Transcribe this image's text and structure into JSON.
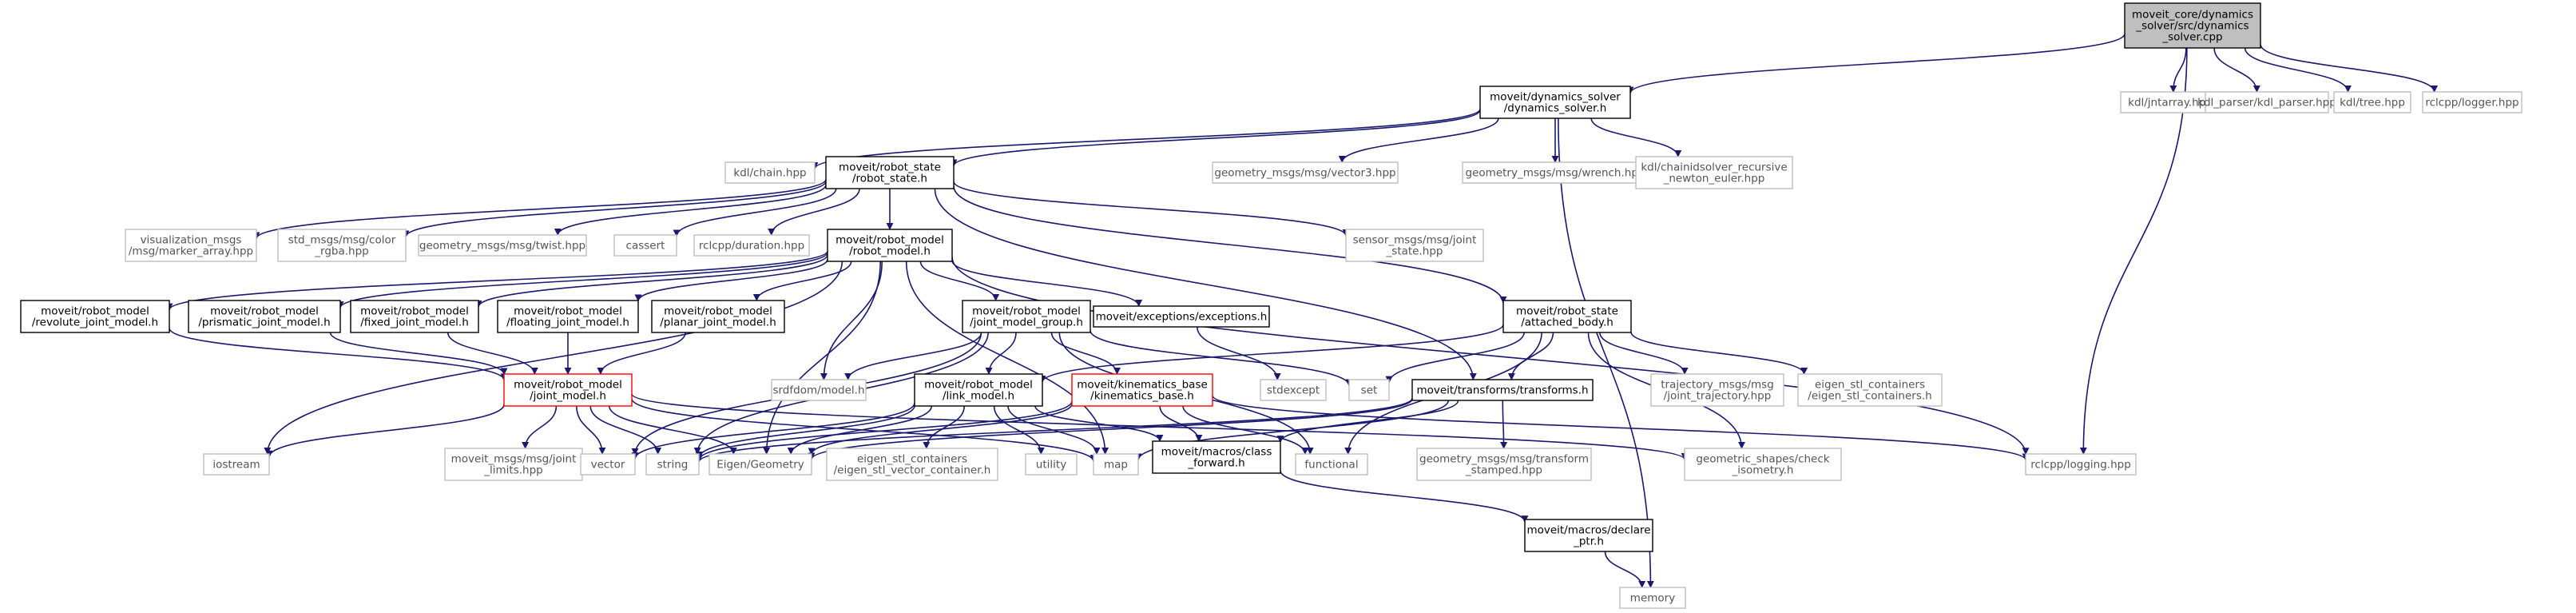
{
  "colors": {
    "edge": "#191970",
    "local_border": "#000000",
    "external_border": "#bfbfbf",
    "root_fill": "#bfbfbf",
    "warn_border": "#ff0000"
  },
  "nodes": [
    {
      "id": "root",
      "kind": "root",
      "lines": [
        "moveit_core/dynamics",
        "_solver/src/dynamics",
        "_solver.cpp"
      ]
    },
    {
      "id": "dyn_h",
      "kind": "local",
      "lines": [
        "moveit/dynamics_solver",
        "/dynamics_solver.h"
      ]
    },
    {
      "id": "jntarray",
      "kind": "external",
      "lines": [
        "kdl/jntarray.hpp"
      ]
    },
    {
      "id": "kdl_parser",
      "kind": "external",
      "lines": [
        "kdl_parser/kdl_parser.hpp"
      ]
    },
    {
      "id": "tree",
      "kind": "external",
      "lines": [
        "kdl/tree.hpp"
      ]
    },
    {
      "id": "logger",
      "kind": "external",
      "lines": [
        "rclcpp/logger.hpp"
      ]
    },
    {
      "id": "chain",
      "kind": "external",
      "lines": [
        "kdl/chain.hpp"
      ]
    },
    {
      "id": "robot_state",
      "kind": "local",
      "lines": [
        "moveit/robot_state",
        "/robot_state.h"
      ]
    },
    {
      "id": "vector3",
      "kind": "external",
      "lines": [
        "geometry_msgs/msg/vector3.hpp"
      ]
    },
    {
      "id": "wrench",
      "kind": "external",
      "lines": [
        "geometry_msgs/msg/wrench.hpp"
      ]
    },
    {
      "id": "chainidsolver",
      "kind": "external",
      "lines": [
        "kdl/chainidsolver_recursive",
        "_newton_euler.hpp"
      ]
    },
    {
      "id": "marker_array",
      "kind": "external",
      "lines": [
        "visualization_msgs",
        "/msg/marker_array.hpp"
      ]
    },
    {
      "id": "color_rgba",
      "kind": "external",
      "lines": [
        "std_msgs/msg/color",
        "_rgba.hpp"
      ]
    },
    {
      "id": "twist",
      "kind": "external",
      "lines": [
        "geometry_msgs/msg/twist.hpp"
      ]
    },
    {
      "id": "cassert",
      "kind": "external",
      "lines": [
        "cassert"
      ]
    },
    {
      "id": "duration",
      "kind": "external",
      "lines": [
        "rclcpp/duration.hpp"
      ]
    },
    {
      "id": "robot_model",
      "kind": "local",
      "lines": [
        "moveit/robot_model",
        "/robot_model.h"
      ]
    },
    {
      "id": "joint_state",
      "kind": "external",
      "lines": [
        "sensor_msgs/msg/joint",
        "_state.hpp"
      ]
    },
    {
      "id": "revolute",
      "kind": "local",
      "lines": [
        "moveit/robot_model",
        "/revolute_joint_model.h"
      ]
    },
    {
      "id": "prismatic",
      "kind": "local",
      "lines": [
        "moveit/robot_model",
        "/prismatic_joint_model.h"
      ]
    },
    {
      "id": "fixed",
      "kind": "local",
      "lines": [
        "moveit/robot_model",
        "/fixed_joint_model.h"
      ]
    },
    {
      "id": "floating",
      "kind": "local",
      "lines": [
        "moveit/robot_model",
        "/floating_joint_model.h"
      ]
    },
    {
      "id": "planar",
      "kind": "local",
      "lines": [
        "moveit/robot_model",
        "/planar_joint_model.h"
      ]
    },
    {
      "id": "jmg",
      "kind": "local",
      "lines": [
        "moveit/robot_model",
        "/joint_model_group.h"
      ]
    },
    {
      "id": "exceptions",
      "kind": "local",
      "lines": [
        "moveit/exceptions/exceptions.h"
      ]
    },
    {
      "id": "attached",
      "kind": "local",
      "lines": [
        "moveit/robot_state",
        "/attached_body.h"
      ]
    },
    {
      "id": "joint_model",
      "kind": "warn",
      "lines": [
        "moveit/robot_model",
        "/joint_model.h"
      ]
    },
    {
      "id": "srdfdom",
      "kind": "external",
      "lines": [
        "srdfdom/model.h"
      ]
    },
    {
      "id": "link_model",
      "kind": "local",
      "lines": [
        "moveit/robot_model",
        "/link_model.h"
      ]
    },
    {
      "id": "kin_base",
      "kind": "warn",
      "lines": [
        "moveit/kinematics_base",
        "/kinematics_base.h"
      ]
    },
    {
      "id": "stdexcept",
      "kind": "external",
      "lines": [
        "stdexcept"
      ]
    },
    {
      "id": "set",
      "kind": "external",
      "lines": [
        "set"
      ]
    },
    {
      "id": "transforms",
      "kind": "local",
      "lines": [
        "moveit/transforms/transforms.h"
      ]
    },
    {
      "id": "traj_msgs",
      "kind": "external",
      "lines": [
        "trajectory_msgs/msg",
        "/joint_trajectory.hpp"
      ]
    },
    {
      "id": "eigen_stl",
      "kind": "external",
      "lines": [
        "eigen_stl_containers",
        "/eigen_stl_containers.h"
      ]
    },
    {
      "id": "iostream",
      "kind": "external",
      "lines": [
        "iostream"
      ]
    },
    {
      "id": "joint_limits",
      "kind": "external",
      "lines": [
        "moveit_msgs/msg/joint",
        "_limits.hpp"
      ]
    },
    {
      "id": "vector",
      "kind": "external",
      "lines": [
        "vector"
      ]
    },
    {
      "id": "string",
      "kind": "external",
      "lines": [
        "string"
      ]
    },
    {
      "id": "eigen_geom",
      "kind": "external",
      "lines": [
        "Eigen/Geometry"
      ]
    },
    {
      "id": "eigen_vec",
      "kind": "external",
      "lines": [
        "eigen_stl_containers",
        "/eigen_stl_vector_container.h"
      ]
    },
    {
      "id": "utility",
      "kind": "external",
      "lines": [
        "utility"
      ]
    },
    {
      "id": "map",
      "kind": "external",
      "lines": [
        "map"
      ]
    },
    {
      "id": "class_fwd",
      "kind": "local",
      "lines": [
        "moveit/macros/class",
        "_forward.h"
      ]
    },
    {
      "id": "functional",
      "kind": "external",
      "lines": [
        "functional"
      ]
    },
    {
      "id": "tf_stamped",
      "kind": "external",
      "lines": [
        "geometry_msgs/msg/transform",
        "_stamped.hpp"
      ]
    },
    {
      "id": "check_iso",
      "kind": "external",
      "lines": [
        "geometric_shapes/check",
        "_isometry.h"
      ]
    },
    {
      "id": "logging",
      "kind": "external",
      "lines": [
        "rclcpp/logging.hpp"
      ]
    },
    {
      "id": "declare_ptr",
      "kind": "local",
      "lines": [
        "moveit/macros/declare",
        "_ptr.h"
      ]
    },
    {
      "id": "memory",
      "kind": "external",
      "lines": [
        "memory"
      ]
    }
  ],
  "edges": [
    [
      "root",
      "dyn_h"
    ],
    [
      "root",
      "jntarray"
    ],
    [
      "root",
      "kdl_parser"
    ],
    [
      "root",
      "tree"
    ],
    [
      "root",
      "logger"
    ],
    [
      "root",
      "logging"
    ],
    [
      "dyn_h",
      "chain"
    ],
    [
      "dyn_h",
      "robot_state"
    ],
    [
      "dyn_h",
      "vector3"
    ],
    [
      "dyn_h",
      "wrench"
    ],
    [
      "dyn_h",
      "chainidsolver"
    ],
    [
      "dyn_h",
      "memory"
    ],
    [
      "robot_state",
      "marker_array"
    ],
    [
      "robot_state",
      "color_rgba"
    ],
    [
      "robot_state",
      "twist"
    ],
    [
      "robot_state",
      "cassert"
    ],
    [
      "robot_state",
      "duration"
    ],
    [
      "robot_state",
      "robot_model"
    ],
    [
      "robot_state",
      "joint_state"
    ],
    [
      "robot_state",
      "attached"
    ],
    [
      "robot_state",
      "transforms"
    ],
    [
      "robot_model",
      "iostream"
    ],
    [
      "robot_model",
      "revolute"
    ],
    [
      "robot_model",
      "prismatic"
    ],
    [
      "robot_model",
      "fixed"
    ],
    [
      "robot_model",
      "floating"
    ],
    [
      "robot_model",
      "planar"
    ],
    [
      "robot_model",
      "jmg"
    ],
    [
      "robot_model",
      "exceptions"
    ],
    [
      "robot_model",
      "srdfdom"
    ],
    [
      "robot_model",
      "eigen_geom"
    ],
    [
      "robot_model",
      "logging"
    ],
    [
      "robot_model",
      "map"
    ],
    [
      "revolute",
      "joint_model"
    ],
    [
      "prismatic",
      "joint_model"
    ],
    [
      "fixed",
      "joint_model"
    ],
    [
      "floating",
      "joint_model"
    ],
    [
      "planar",
      "joint_model"
    ],
    [
      "jmg",
      "link_model"
    ],
    [
      "jmg",
      "kin_base"
    ],
    [
      "jmg",
      "srdfdom"
    ],
    [
      "jmg",
      "set"
    ],
    [
      "jmg",
      "string"
    ],
    [
      "jmg",
      "functional"
    ],
    [
      "jmg",
      "vector"
    ],
    [
      "exceptions",
      "stdexcept"
    ],
    [
      "attached",
      "link_model"
    ],
    [
      "attached",
      "transforms"
    ],
    [
      "attached",
      "set"
    ],
    [
      "attached",
      "traj_msgs"
    ],
    [
      "attached",
      "eigen_stl"
    ],
    [
      "attached",
      "functional"
    ],
    [
      "attached",
      "check_iso"
    ],
    [
      "joint_model",
      "iostream"
    ],
    [
      "joint_model",
      "joint_limits"
    ],
    [
      "joint_model",
      "vector"
    ],
    [
      "joint_model",
      "string"
    ],
    [
      "joint_model",
      "eigen_geom"
    ],
    [
      "joint_model",
      "map"
    ],
    [
      "joint_model",
      "check_iso"
    ],
    [
      "link_model",
      "string"
    ],
    [
      "link_model",
      "eigen_geom"
    ],
    [
      "link_model",
      "eigen_vec"
    ],
    [
      "link_model",
      "utility"
    ],
    [
      "link_model",
      "map"
    ],
    [
      "link_model",
      "class_fwd"
    ],
    [
      "link_model",
      "vector"
    ],
    [
      "kin_base",
      "class_fwd"
    ],
    [
      "kin_base",
      "functional"
    ],
    [
      "kin_base",
      "eigen_geom"
    ],
    [
      "kin_base",
      "string"
    ],
    [
      "kin_base",
      "logging"
    ],
    [
      "transforms",
      "tf_stamped"
    ],
    [
      "transforms",
      "class_fwd"
    ],
    [
      "transforms",
      "eigen_geom"
    ],
    [
      "transforms",
      "map"
    ],
    [
      "transforms",
      "string"
    ],
    [
      "class_fwd",
      "declare_ptr"
    ],
    [
      "declare_ptr",
      "memory"
    ]
  ]
}
